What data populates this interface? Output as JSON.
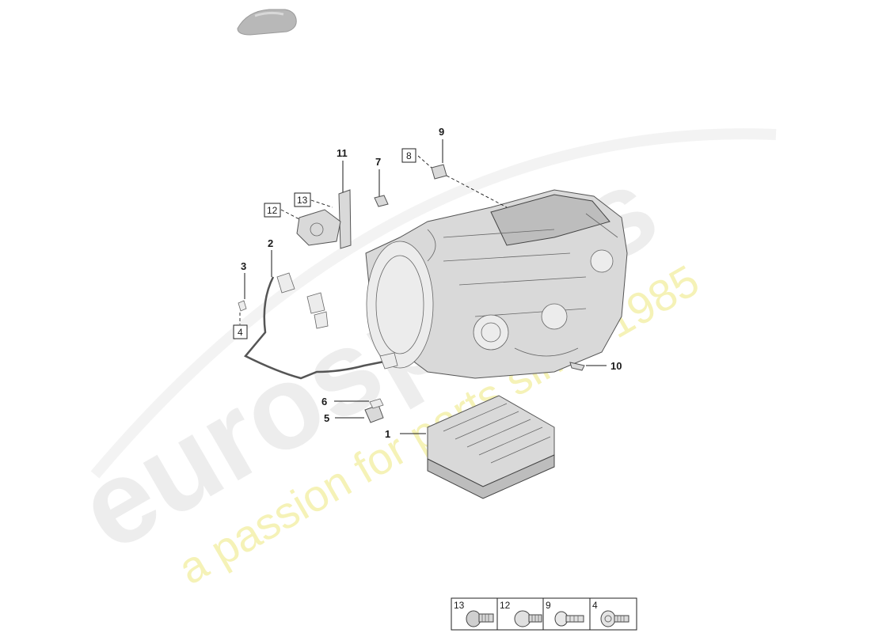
{
  "watermark": {
    "brand": "eurospares",
    "tagline": "a passion for parts since 1985",
    "brand_color": "#e6e6e6",
    "tagline_color": "#f3f0a8"
  },
  "callouts": {
    "c1": "1",
    "c2": "2",
    "c3": "3",
    "c4": "4",
    "c5": "5",
    "c6": "6",
    "c7": "7",
    "c8": "8",
    "c9": "9",
    "c10": "10",
    "c11": "11",
    "c12": "12",
    "c13": "13"
  },
  "fastener_legend": [
    {
      "number": "13",
      "icon": "bolt-with-washer-icon"
    },
    {
      "number": "12",
      "icon": "flange-bolt-icon"
    },
    {
      "number": "9",
      "icon": "torx-screw-icon"
    },
    {
      "number": "4",
      "icon": "collar-screw-icon"
    }
  ],
  "colors": {
    "line": "#1a1a1a",
    "part_fill": "#d9d9d9",
    "part_stroke": "#555555"
  }
}
